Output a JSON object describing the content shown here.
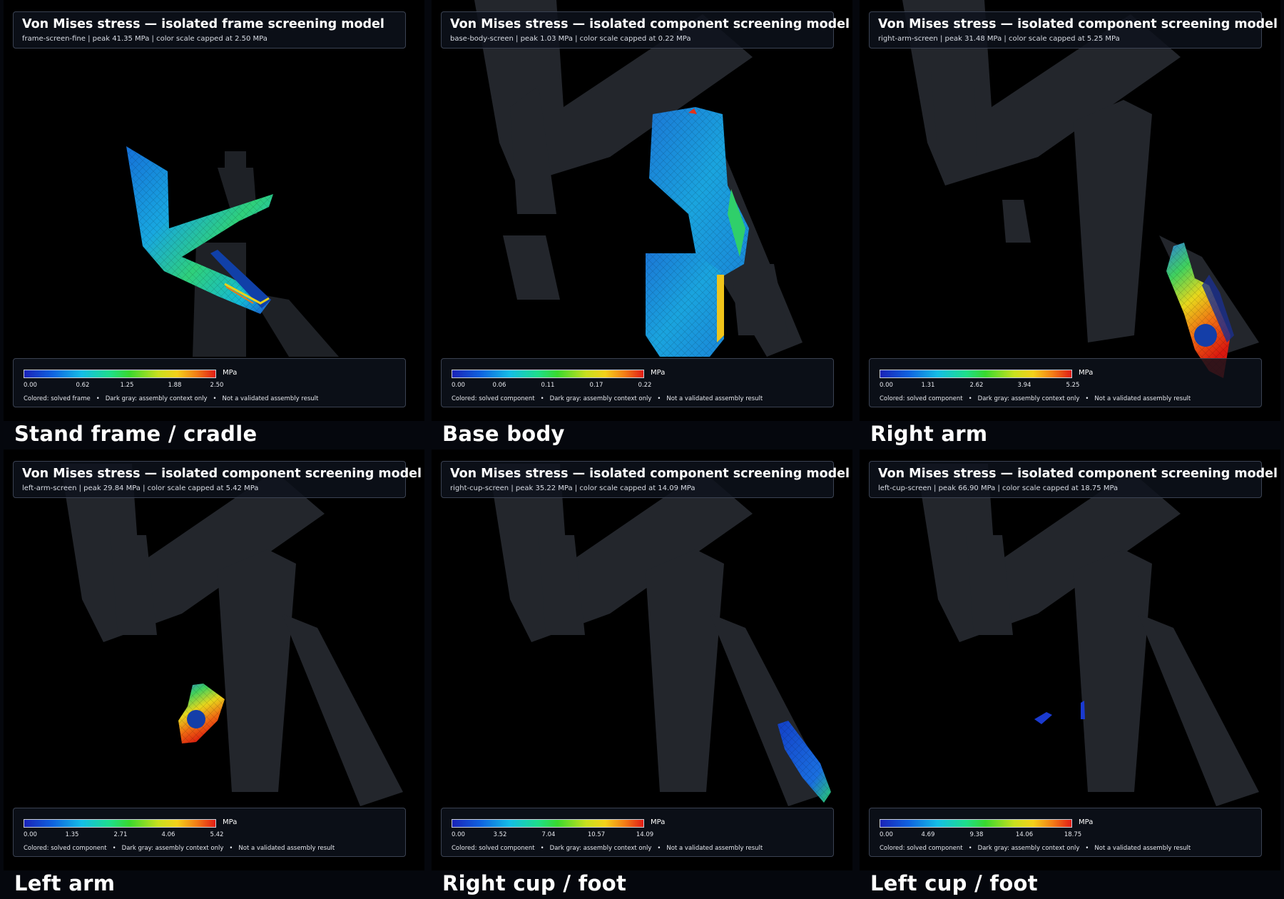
{
  "panels": [
    {
      "caption": "Stand frame / cradle",
      "title": "Von Mises stress — isolated frame screening model",
      "subtitle": "frame-screen-fine  |  peak 41.35 MPa  |  color scale capped at 2.50 MPa",
      "unit": "MPa",
      "ticks": [
        "0.00",
        "0.62",
        "1.25",
        "1.88",
        "2.50"
      ],
      "notes": [
        "Colored: solved frame",
        "Dark gray: assembly context only",
        "Not a validated assembly result"
      ]
    },
    {
      "caption": "Base body",
      "title": "Von Mises stress — isolated component screening model",
      "subtitle": "base-body-screen  |  peak 1.03 MPa  |  color scale capped at 0.22 MPa",
      "unit": "MPa",
      "ticks": [
        "0.00",
        "0.06",
        "0.11",
        "0.17",
        "0.22"
      ],
      "notes": [
        "Colored: solved component",
        "Dark gray: assembly context only",
        "Not a validated assembly result"
      ]
    },
    {
      "caption": "Right arm",
      "title": "Von Mises stress — isolated component screening model",
      "subtitle": "right-arm-screen  |  peak 31.48 MPa  |  color scale capped at 5.25 MPa",
      "unit": "MPa",
      "ticks": [
        "0.00",
        "1.31",
        "2.62",
        "3.94",
        "5.25"
      ],
      "notes": [
        "Colored: solved component",
        "Dark gray: assembly context only",
        "Not a validated assembly result"
      ]
    },
    {
      "caption": "Left arm",
      "title": "Von Mises stress — isolated component screening model",
      "subtitle": "left-arm-screen  |  peak 29.84 MPa  |  color scale capped at 5.42 MPa",
      "unit": "MPa",
      "ticks": [
        "0.00",
        "1.35",
        "2.71",
        "4.06",
        "5.42"
      ],
      "notes": [
        "Colored: solved component",
        "Dark gray: assembly context only",
        "Not a validated assembly result"
      ]
    },
    {
      "caption": "Right cup / foot",
      "title": "Von Mises stress — isolated component screening model",
      "subtitle": "right-cup-screen  |  peak 35.22 MPa  |  color scale capped at 14.09 MPa",
      "unit": "MPa",
      "ticks": [
        "0.00",
        "3.52",
        "7.04",
        "10.57",
        "14.09"
      ],
      "notes": [
        "Colored: solved component",
        "Dark gray: assembly context only",
        "Not a validated assembly result"
      ]
    },
    {
      "caption": "Left cup / foot",
      "title": "Von Mises stress — isolated component screening model",
      "subtitle": "left-cup-screen  |  peak 66.90 MPa  |  color scale capped at 18.75 MPa",
      "unit": "MPa",
      "ticks": [
        "0.00",
        "4.69",
        "9.38",
        "14.06",
        "18.75"
      ],
      "notes": [
        "Colored: solved component",
        "Dark gray: assembly context only",
        "Not a validated assembly result"
      ]
    }
  ],
  "colors": {
    "background": "#05070d",
    "viewport": "#000000",
    "context_gray": "#23262c",
    "panel_border": "#3b4252"
  }
}
